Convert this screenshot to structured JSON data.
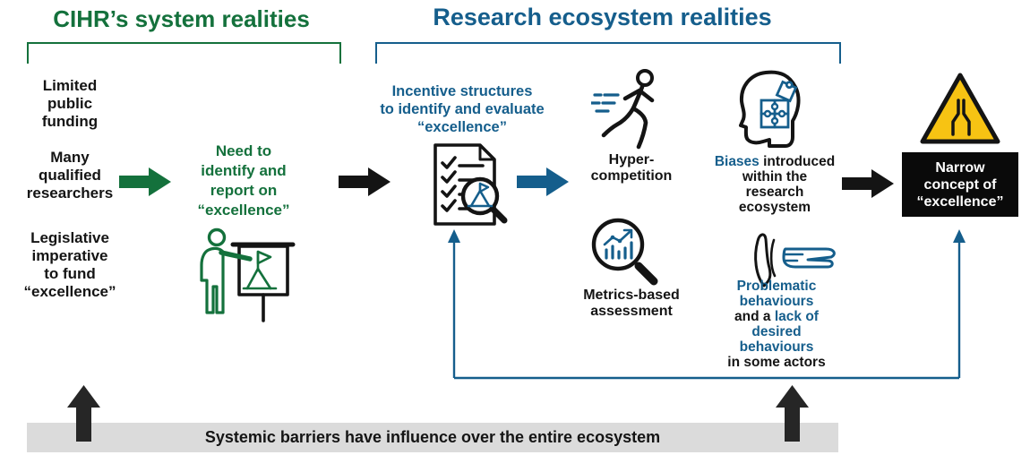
{
  "colors": {
    "green": "#14713C",
    "blue": "#155E8C",
    "yellow": "#F7C313",
    "bar": "#DBDBDB",
    "ink": "#141414",
    "box": "#0A0A0A"
  },
  "titles": {
    "cihr": "CIHR’s system realities",
    "ecosystem": "Research ecosystem realities"
  },
  "cihr_column": {
    "item1": "Limited\npublic\nfunding",
    "item2": "Many\nqualified\nresearchers",
    "item3": "Legislative\nimperative\nto fund\n“excellence”"
  },
  "need": "Need to\nidentify and\nreport on\n“excellence”",
  "incentive": "Incentive structures\nto identify and evaluate\n“excellence”",
  "hyper": "Hyper-\ncompetition",
  "metrics": "Metrics-based\nassessment",
  "biases": {
    "blue_part": "Biases",
    "black_part": " introduced\nwithin the\nresearch\necosystem"
  },
  "problematic": {
    "p1_blue": "Problematic\nbehaviours",
    "p2_black": "\nand a ",
    "p3_blue": "lack of\ndesired\nbehaviours",
    "p4_black": "\nin some actors"
  },
  "narrow_box": "Narrow\nconcept of\n“excellence”",
  "bottom_bar": "Systemic barriers have influence over the entire ecosystem",
  "icons": {
    "presenter": "presenter-board-icon",
    "checklist": "checklist-magnifier-icon",
    "runner": "running-person-icon",
    "metrics": "chart-magnifier-icon",
    "head_puzzle": "head-puzzle-icon",
    "hands": "refusing-hands-icon",
    "warning": "road-narrows-warning-icon"
  }
}
